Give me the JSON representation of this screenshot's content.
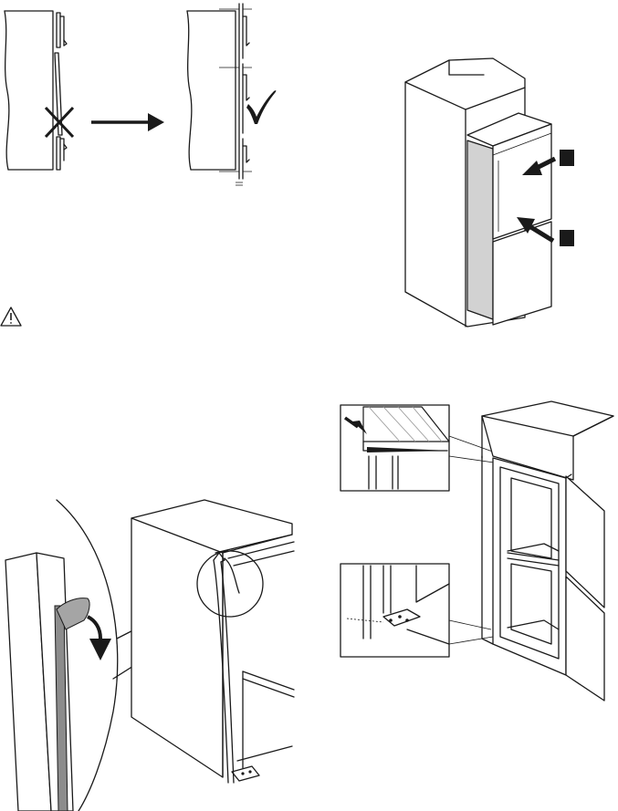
{
  "figures": [
    {
      "name": "door-alignment-figure"
    },
    {
      "name": "fridge-door-push-figure"
    },
    {
      "name": "door-top-gap-figure"
    },
    {
      "name": "sealing-strip-figure"
    }
  ],
  "markers": {
    "push_marker_1": "",
    "push_marker_2": ""
  },
  "icons": {
    "warning": "warning-triangle-icon",
    "wrong": "cross-icon",
    "correct": "check-icon",
    "direction": "arrow-right-icon"
  },
  "colors": {
    "line": "#1a1a1a",
    "strip": "#8c8c8c",
    "panel": "#d2d2d2",
    "background": "#ffffff"
  }
}
